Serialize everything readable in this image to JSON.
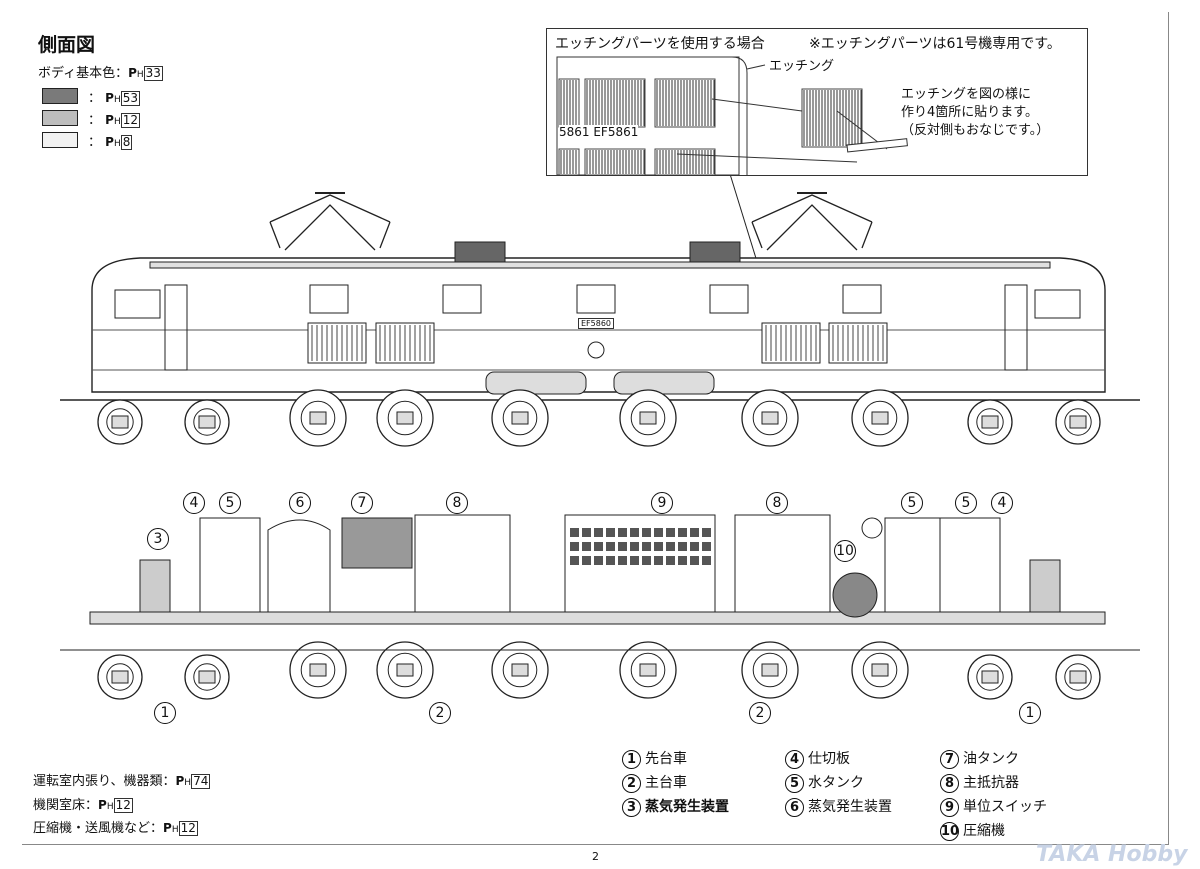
{
  "title": "側面図",
  "body_color": {
    "label": "ボディ基本色：",
    "code": "33"
  },
  "swatches": [
    {
      "color": "#7a7a7a",
      "code": "53"
    },
    {
      "color": "#bdbdbd",
      "code": "12"
    },
    {
      "color": "#f2f2f2",
      "code": "8"
    }
  ],
  "ph_prefix": "P",
  "ph_sub": "H",
  "inset": {
    "heading": "エッチングパーツを使用する場合",
    "note": "※エッチングパーツは61号機専用です。",
    "etching_label": "エッチング",
    "plate_text": "5861 EF5861",
    "instructions": [
      "エッチングを図の様に",
      "作り4箇所に貼ります。",
      "（反対側もおなじです。）"
    ]
  },
  "loco_number": "EF5860",
  "interior_notes": [
    {
      "label": "運転室内張り、機器類：",
      "code": "74"
    },
    {
      "label": "機関室床：",
      "code": "12"
    },
    {
      "label": "圧縮機・送風機など：",
      "code": "12"
    }
  ],
  "callouts_top": [
    "4",
    "5",
    "6",
    "7",
    "8",
    "9",
    "8",
    "5",
    "5",
    "4",
    "3",
    "10"
  ],
  "callouts_bottom": [
    "1",
    "2",
    "2",
    "1"
  ],
  "legend": [
    {
      "n": "1",
      "text": "先台車"
    },
    {
      "n": "2",
      "text": "主台車"
    },
    {
      "n": "3",
      "text": "蒸気発生装置"
    },
    {
      "n": "4",
      "text": "仕切板"
    },
    {
      "n": "5",
      "text": "水タンク"
    },
    {
      "n": "6",
      "text": "蒸気発生装置"
    },
    {
      "n": "7",
      "text": "油タンク"
    },
    {
      "n": "8",
      "text": "主抵抗器"
    },
    {
      "n": "9",
      "text": "単位スイッチ"
    },
    {
      "n": "10",
      "text": "圧縮機"
    }
  ],
  "page_number": "2",
  "watermark": "TAKA Hobby"
}
